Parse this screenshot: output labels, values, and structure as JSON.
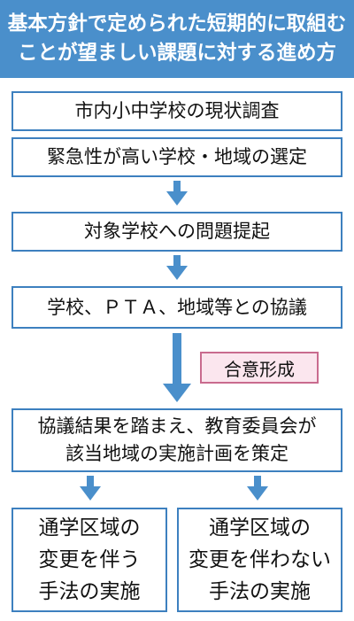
{
  "header": {
    "line1": "基本方針で定められた短期的に取組む",
    "line2": "ことが望ましい課題に対する進め方"
  },
  "steps": {
    "survey": "市内小中学校の現状調査",
    "select": "緊急性が高い学校・地域の選定",
    "propose": "対象学校への問題提起",
    "consult": "学校、ＰＴＡ、地域等との協議",
    "consensus": "合意形成",
    "plan_line1": "協議結果を踏まえ、教育委員会が",
    "plan_line2": "該当地域の実施計画を策定"
  },
  "outcomes": {
    "left": [
      "通学区域の",
      "変更を伴う",
      "手法の実施"
    ],
    "right": [
      "通学区域の",
      "変更を伴わない",
      "手法の実施"
    ]
  },
  "colors": {
    "header_bg": "#4a8fcb",
    "border": "#3d80bf",
    "arrow": "#4a8fcb",
    "consensus_border": "#c96b8e",
    "consensus_bg": "#fbe6ee"
  }
}
